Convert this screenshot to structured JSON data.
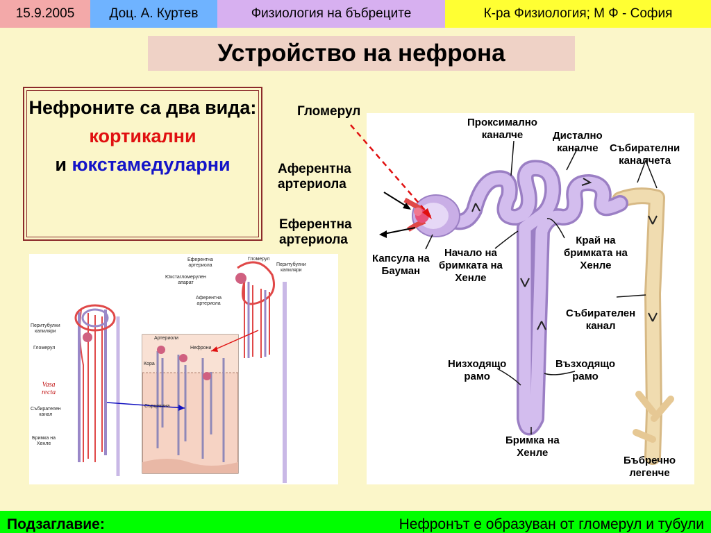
{
  "header": {
    "date": "15.9.2005",
    "author": "Доц. А. Куртев",
    "topic": "Физиология на бъбреците",
    "department": "К-ра Физиология; М Ф - София"
  },
  "title": "Устройство на нефрона",
  "info": {
    "line1": "Нефроните са два вида:",
    "cortical": "кортикални",
    "conj": "и",
    "juxta": "юкстамедуларни"
  },
  "right_labels": {
    "glomerulus": "Гломерул",
    "afferent_1": "Аферентна",
    "afferent_2": "артериола",
    "efferent_1": "Еферентна",
    "efferent_2": "артериола",
    "proximal_1": "Проксимално",
    "proximal_2": "каналче",
    "distal_1": "Дистално",
    "distal_2": "каналче",
    "collecting_1": "Събирателни",
    "collecting_2": "каналчета",
    "capsule_1": "Капсула на",
    "capsule_2": "Бауман",
    "loop_start_1": "Начало на",
    "loop_start_2": "бримката на",
    "loop_start_3": "Хенле",
    "loop_end_1": "Край на",
    "loop_end_2": "бримката на",
    "loop_end_3": "Хенле",
    "collecting_duct_1": "Събирателен",
    "collecting_duct_2": "канал",
    "descending_1": "Низходящо",
    "descending_2": "рамо",
    "ascending_1": "Възходящо",
    "ascending_2": "рамо",
    "loop_1": "Бримка на",
    "loop_2": "Хенле",
    "pelvis_1": "Бъбречно",
    "pelvis_2": "легенче"
  },
  "left_labels": {
    "glomerulus_small": "Гломерул",
    "efferent_1": "Еферентна",
    "efferent_2": "артериола",
    "peritubular_1": "Перитубулни",
    "peritubular_2": "капиляри",
    "juxta_1": "Юкстагломерулен",
    "juxta_2": "апарат",
    "afferent_1": "Аферентна",
    "afferent_2": "артериола",
    "peritubular_left_1": "Перитубулни",
    "peritubular_left_2": "капиляри",
    "glomerulus_left": "Гломерул",
    "vasa_1": "Vasa",
    "vasa_2": "recta",
    "collecting_1": "Събирателен",
    "collecting_2": "канал",
    "loop_1": "Бримка на",
    "loop_2": "Хенле",
    "arterioles": "Артериоли",
    "nephrons": "Нефрони",
    "cortex": "Кора",
    "medulla": "Сърцевина"
  },
  "footer": {
    "left": "Подзаглавие:",
    "right": "Нефронът е образуван от гломерул и тубули"
  },
  "colors": {
    "tubule": "#c9aee6",
    "tubule_dark": "#9b7fc4",
    "collecting": "#efd8a8",
    "glomerulus": "#e8507a",
    "vessel_red": "#e04848"
  }
}
